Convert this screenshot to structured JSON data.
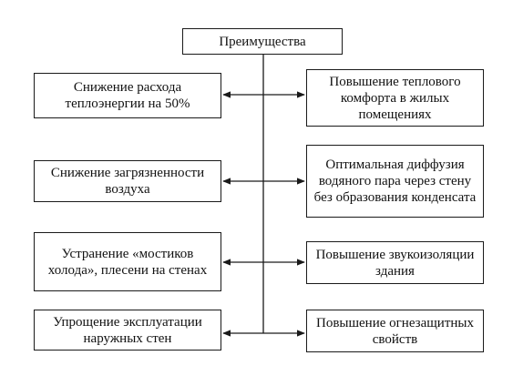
{
  "diagram": {
    "root": {
      "text": "Преимущества"
    },
    "left": [
      {
        "text": "Снижение расхода теплоэнергии на 50%"
      },
      {
        "text": "Снижение загрязненности воздуха"
      },
      {
        "text": "Устранение «мостиков холода», плесени на стенах"
      },
      {
        "text": "Упрощение эксплуатации наружных стен"
      }
    ],
    "right": [
      {
        "text": "Повышение теплового комфорта в жилых помещениях"
      },
      {
        "text": "Оптимальная диффузия водяного пара через стену без образования конденсата"
      },
      {
        "text": "Повышение звукоизоляции здания"
      },
      {
        "text": "Повышение огнезащитных свойств"
      }
    ],
    "colors": {
      "line": "#1a1a1a",
      "box_border": "#1a1a1a",
      "text": "#111111"
    }
  }
}
